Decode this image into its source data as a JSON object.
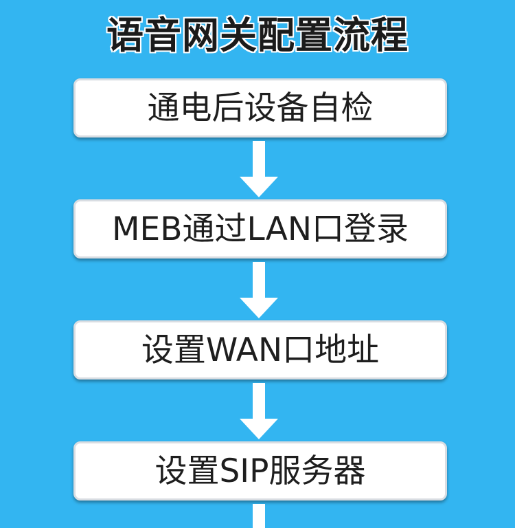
{
  "title": "语音网关配置流程",
  "steps": [
    {
      "label": "通电后设备自检"
    },
    {
      "label": "MEB通过LAN口登录"
    },
    {
      "label": "设置WAN口地址"
    },
    {
      "label": "设置SIP服务器"
    }
  ]
}
